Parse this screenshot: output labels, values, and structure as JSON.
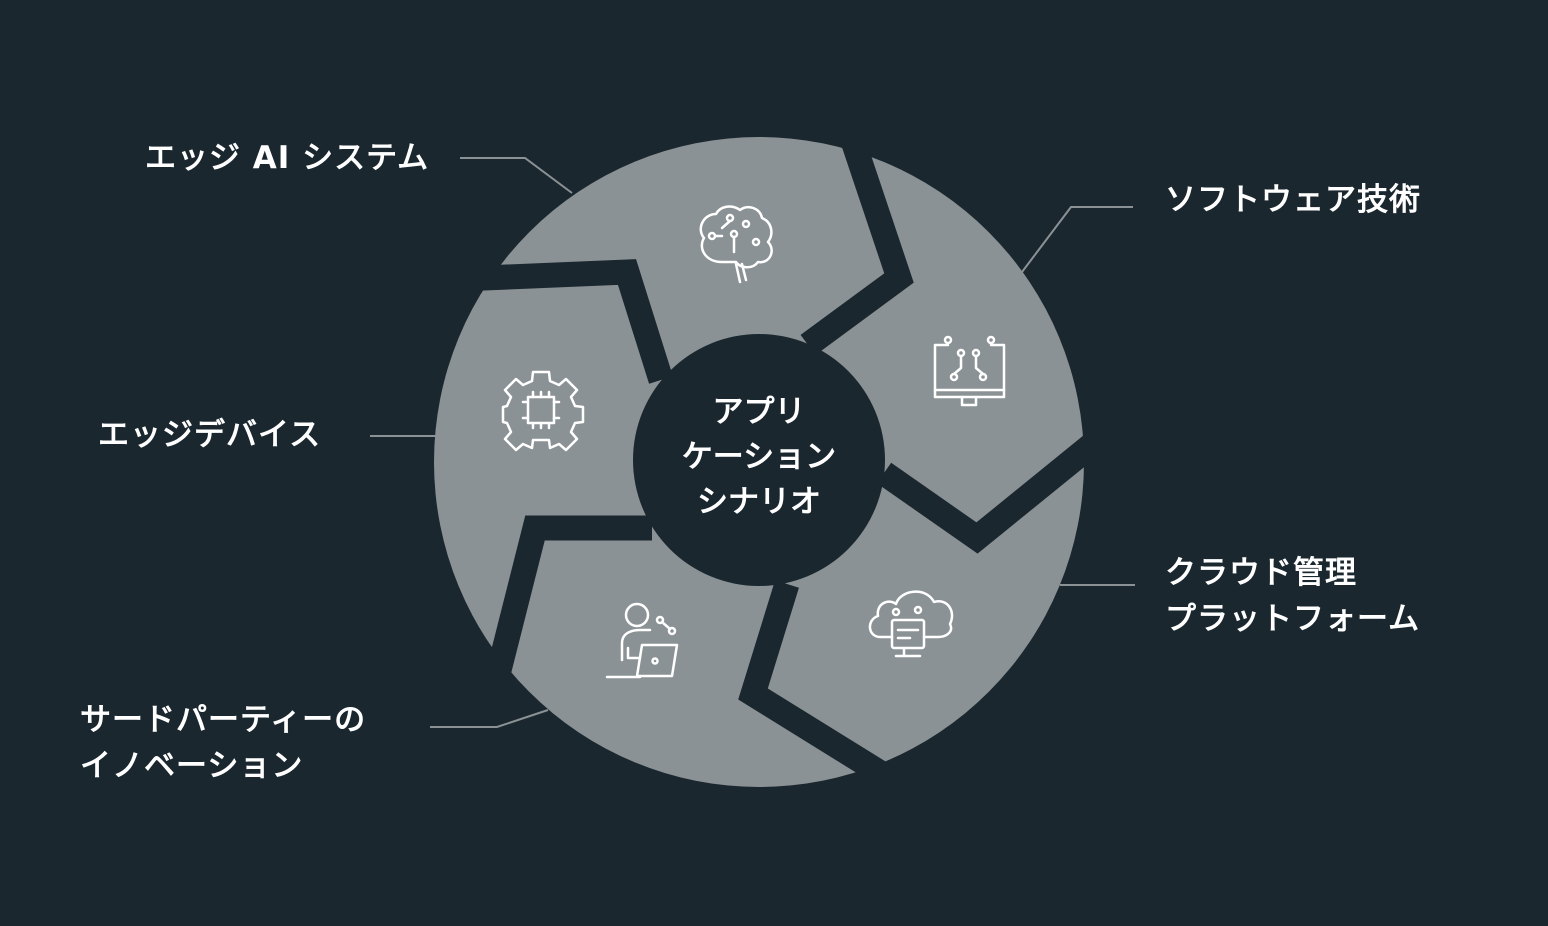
{
  "colors": {
    "background": "#1a272f",
    "segment": "#8b9295",
    "line": "#8b9295",
    "text": "#ffffff"
  },
  "center": {
    "lines": [
      "アプリ",
      "ケーション",
      "シナリオ"
    ]
  },
  "segments": [
    {
      "label_lines": [
        "エッジ AI システム"
      ],
      "icon": "brain-circuit-icon"
    },
    {
      "label_lines": [
        "ソフトウェア技術"
      ],
      "icon": "monitor-circuit-icon"
    },
    {
      "label_lines": [
        "クラウド管理",
        "プラットフォーム"
      ],
      "icon": "cloud-computer-icon"
    },
    {
      "label_lines": [
        "サードパーティーの",
        "イノベーション"
      ],
      "icon": "person-laptop-icon"
    },
    {
      "label_lines": [
        "エッジデバイス"
      ],
      "icon": "gear-chip-icon"
    }
  ]
}
